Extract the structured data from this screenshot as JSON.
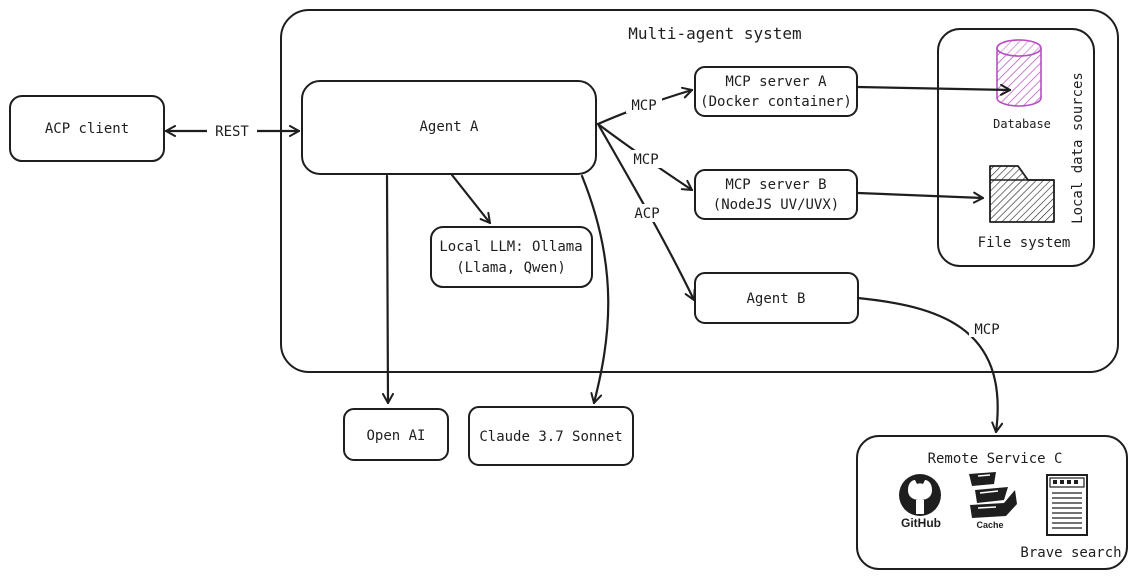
{
  "system": {
    "title": "Multi-agent system",
    "local_sources_title": "Local data sources"
  },
  "nodes": {
    "acp_client": "ACP client",
    "agent_a": "Agent A",
    "mcp_a_line1": "MCP server A",
    "mcp_a_line2": "(Docker container)",
    "mcp_b_line1": "MCP server B",
    "mcp_b_line2": "(NodeJS UV/UVX)",
    "local_llm_line1": "Local LLM: Ollama",
    "local_llm_line2": "(Llama, Qwen)",
    "agent_b": "Agent B",
    "open_ai": "Open AI",
    "claude": "Claude 3.7 Sonnet",
    "database": "Database",
    "file_system": "File system",
    "remote_title": "Remote Service C",
    "github": "GitHub",
    "cache": "Cache",
    "brave": "Brave search"
  },
  "edges": {
    "rest": "REST",
    "mcp_a": "MCP",
    "mcp_b": "MCP",
    "acp": "ACP",
    "mcp_remote": "MCP"
  },
  "colors": {
    "stroke": "#1e1e1e",
    "database_fill": "#b84fc0",
    "background": "#ffffff"
  },
  "icons": {
    "database": "database-cylinder-icon",
    "file_system": "folder-icon",
    "github": "github-logo-icon",
    "cache": "cache-stack-icon",
    "brave": "document-list-icon"
  }
}
